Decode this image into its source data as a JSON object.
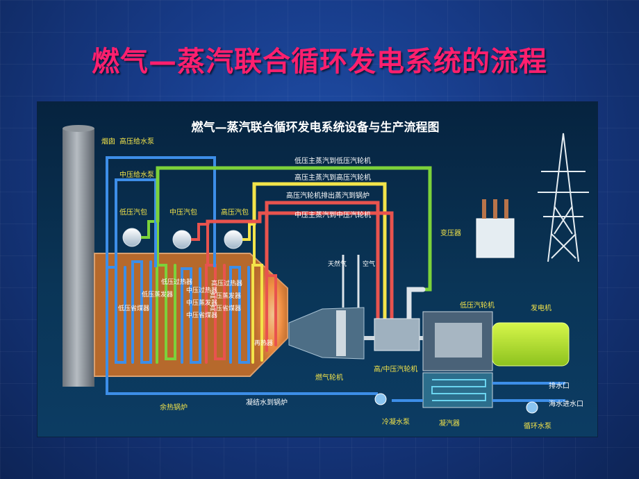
{
  "slide": {
    "title": "燃气—蒸汽联合循环发电系统的流程"
  },
  "diagram": {
    "title": "燃气—蒸汽联合循环发电系统设备与生产流程图",
    "chimney": "烟囱",
    "pumps": {
      "hp_feed": "高压给水泵",
      "ip_feed": "中压给水泵",
      "condensate": "冷凝水泵",
      "circulation": "循环水泵"
    },
    "drums": {
      "lp": "低压汽包",
      "ip": "中压汽包",
      "hp": "高压汽包"
    },
    "tube_banks": {
      "lp_economizer": "低压省煤器",
      "lp_evaporator": "低压蒸发器",
      "lp_superheater": "低压过热器",
      "ip_economizer": "中压省煤器",
      "ip_evaporator": "中压蒸发器",
      "ip_superheater": "中压过热器",
      "hp_economizer": "高压省煤器",
      "hp_evaporator": "高压蒸发器",
      "hp_superheater": "高压过热器",
      "reheater": "再热器"
    },
    "flows": {
      "lp_main_steam": "低压主蒸汽到低压汽轮机",
      "hp_main_steam": "高压主蒸汽到高压汽轮机",
      "hp_exhaust": "高压汽轮机排出蒸汽到锅炉",
      "ip_main_steam": "中压主蒸汽到中压汽轮机",
      "condensate_return": "凝结水到锅炉"
    },
    "inputs": {
      "natural_gas": "天然气",
      "air": "空气"
    },
    "equipment": {
      "hrsg": "余热锅炉",
      "gas_turbine": "燃气轮机",
      "hp_ip_turbine": "高/中压汽轮机",
      "lp_turbine": "低压汽轮机",
      "generator": "发电机",
      "transformer": "变压器",
      "condenser": "凝汽器"
    },
    "water": {
      "drain_outlet": "排水口",
      "seawater_inlet": "海水进水口"
    },
    "colors": {
      "slide_title": "#ff1f6e",
      "water_blue": "#3d8ee8",
      "green_lp": "#7cd23a",
      "yellow_hp": "#f3e44a",
      "red_reheat": "#e8534e",
      "hrsg_body": "#b6692c",
      "generator": "#b6ea2c"
    }
  }
}
